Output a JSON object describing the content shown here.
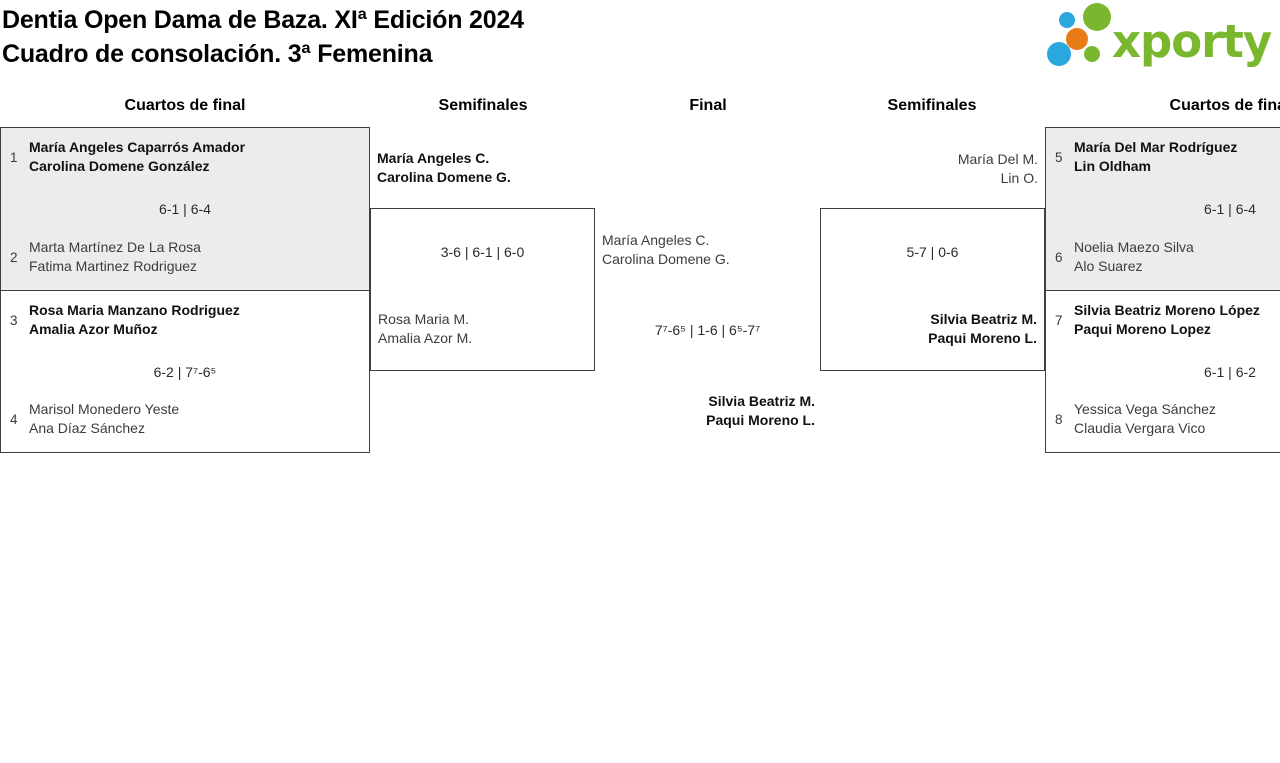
{
  "header": {
    "title_line1": "Dentia Open Dama de Baza. XIª Edición 2024",
    "title_line2": "Cuadro de consolación. 3ª Femenina",
    "logo_text": "xporty",
    "logo_colors": {
      "green": "#78b72e",
      "blue": "#2ba7df",
      "orange": "#e77b16"
    }
  },
  "rounds": [
    "Cuartos de final",
    "Semifinales",
    "Final",
    "Semifinales",
    "Cuartos de final"
  ],
  "bracket": {
    "qf_left_top": {
      "seed_a": "1",
      "team_a": {
        "players": [
          "María Angeles Caparrós Amador",
          "Carolina Domene González"
        ]
      },
      "score": "6-1 | 6-4",
      "seed_b": "2",
      "team_b": {
        "players": [
          "Marta Martínez De La Rosa",
          "Fatima Martinez Rodriguez"
        ]
      }
    },
    "qf_left_bottom": {
      "seed_a": "3",
      "team_a": {
        "players": [
          "Rosa Maria Manzano Rodriguez",
          "Amalia Azor Muñoz"
        ]
      },
      "score": "6-2 | 7⁷-6⁵",
      "seed_b": "4",
      "team_b": {
        "players": [
          "Marisol Monedero Yeste",
          "Ana Díaz Sánchez"
        ]
      }
    },
    "sf_left": {
      "winner": {
        "players": [
          "María Angeles C.",
          "Carolina Domene G."
        ]
      },
      "score": "3-6 | 6-1 | 6-0",
      "team_b": {
        "players": [
          "Rosa Maria M.",
          "Amalia Azor M."
        ]
      }
    },
    "final": {
      "team_top": {
        "players": [
          "María Angeles C.",
          "Carolina Domene G."
        ]
      },
      "score": "7⁷-6⁵ | 1-6 | 6⁵-7⁷",
      "team_bottom": {
        "players": [
          "Silvia Beatriz M.",
          "Paqui Moreno L."
        ]
      }
    },
    "sf_right": {
      "team_a": {
        "players": [
          "María Del M.",
          "Lin O."
        ]
      },
      "score": "5-7 | 0-6",
      "winner": {
        "players": [
          "Silvia Beatriz M.",
          "Paqui Moreno L."
        ]
      }
    },
    "qf_right_top": {
      "seed_a": "5",
      "team_a": {
        "players": [
          "María Del Mar Rodríguez",
          "Lin Oldham"
        ]
      },
      "score": "6-1 | 6-4",
      "seed_b": "6",
      "team_b": {
        "players": [
          "Noelia Maezo Silva",
          "Alo Suarez"
        ]
      }
    },
    "qf_right_bottom": {
      "seed_a": "7",
      "team_a": {
        "players": [
          "Silvia Beatriz Moreno López",
          "Paqui Moreno Lopez"
        ]
      },
      "score": "6-1 | 6-2",
      "seed_b": "8",
      "team_b": {
        "players": [
          "Yessica Vega Sánchez",
          "Claudia Vergara Vico"
        ]
      }
    }
  }
}
